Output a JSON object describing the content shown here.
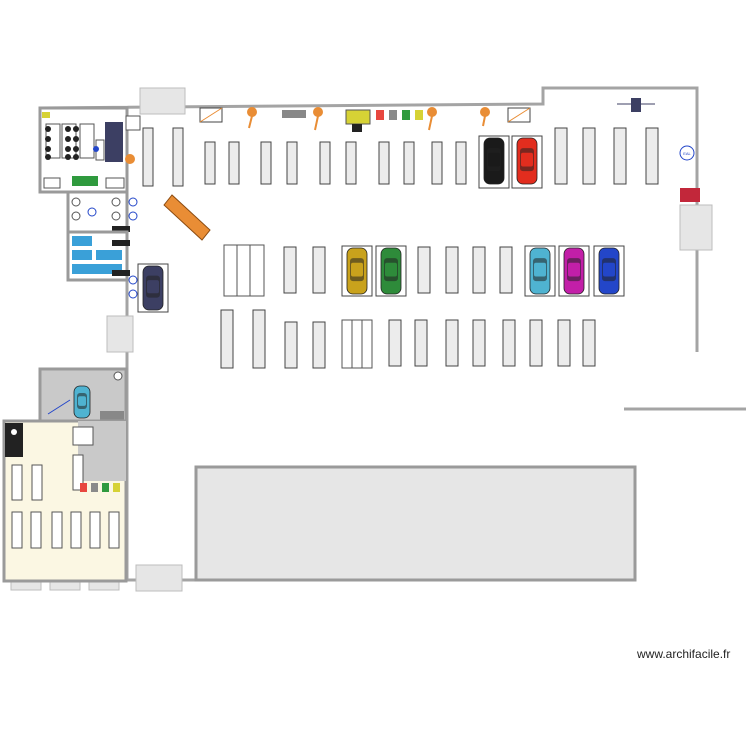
{
  "watermark": "www.archifacile.fr",
  "eal_label": "EAL",
  "colors": {
    "wall": "#a4a4a4",
    "slab": "#e6e6e6",
    "stall_line": "#444444",
    "vehicle_body": "#ececec",
    "office_floor": "#fbf7e3",
    "dark_zone": "#c9c9c9",
    "orange": "#e98d35",
    "storage_blue": "#3aa0d8",
    "green": "#2f9a3e"
  },
  "cars": [
    {
      "id": "car-black",
      "color": "#1a1a1a"
    },
    {
      "id": "car-red",
      "color": "#e22d1e"
    },
    {
      "id": "car-yellow",
      "color": "#c9a21c"
    },
    {
      "id": "car-green",
      "color": "#2e8b3a"
    },
    {
      "id": "car-cyan",
      "color": "#4fb3d1"
    },
    {
      "id": "car-magenta",
      "color": "#c21fa8"
    },
    {
      "id": "car-blue",
      "color": "#2346c9"
    },
    {
      "id": "car-navy",
      "color": "#3c3f63"
    },
    {
      "id": "car-teal",
      "color": "#4fb3d1"
    }
  ],
  "bins": [
    "#e8473f",
    "#8a8a8a",
    "#2f9a3e",
    "#d6d235"
  ]
}
